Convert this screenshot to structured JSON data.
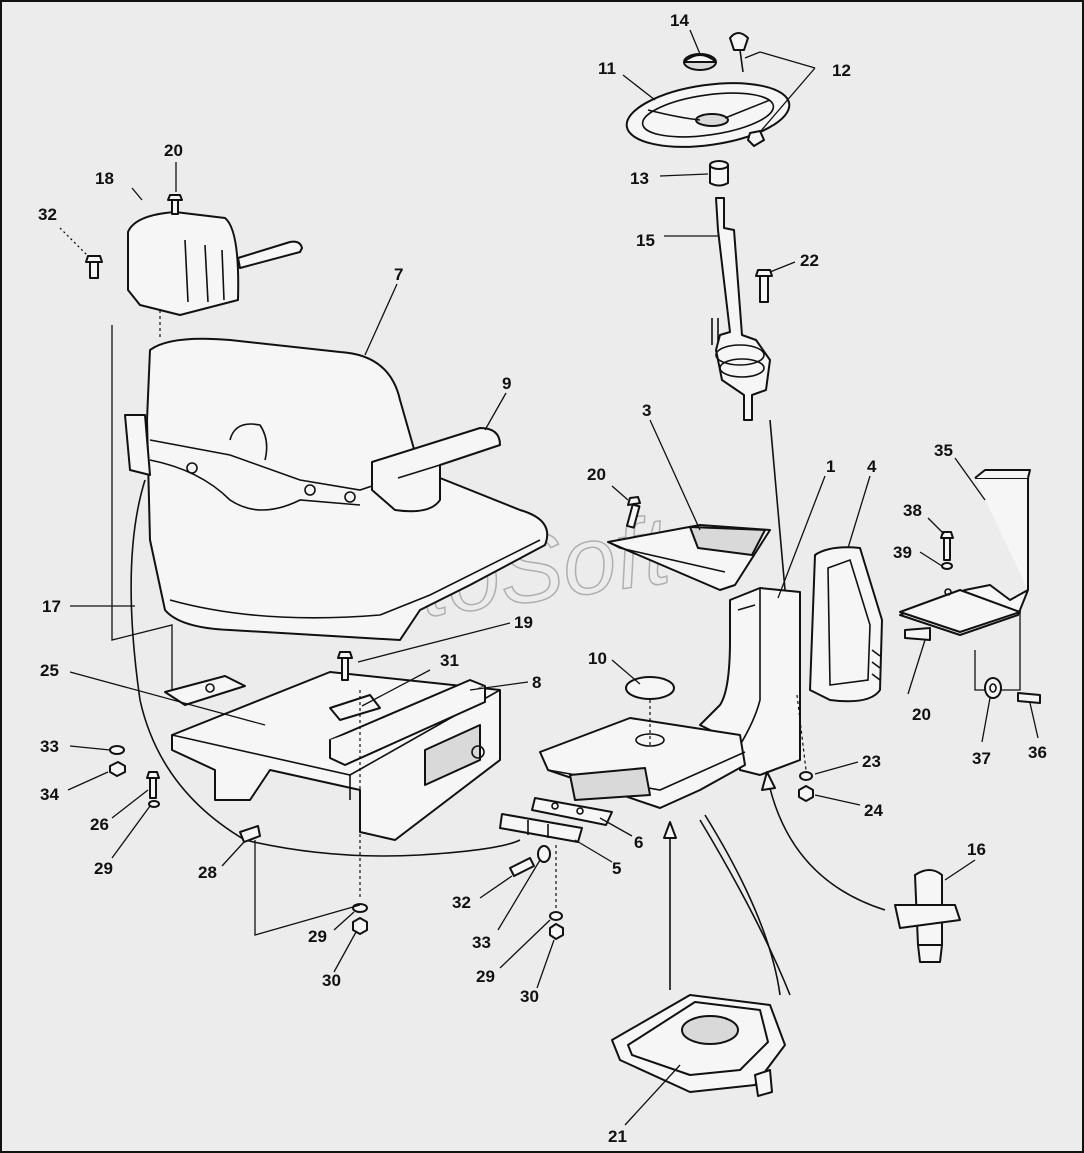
{
  "diagram": {
    "watermark": "AutoSoft",
    "callouts": {
      "c14": "14",
      "c12": "12",
      "c11": "11",
      "c13": "13",
      "c15": "15",
      "c22": "22",
      "c20a": "20",
      "c18": "18",
      "c32a": "32",
      "c7": "7",
      "c9": "9",
      "c3": "3",
      "c20b": "20",
      "c1": "1",
      "c4": "4",
      "c35": "35",
      "c38": "38",
      "c39": "39",
      "c17": "17",
      "c19": "19",
      "c31": "31",
      "c8": "8",
      "c10": "10",
      "c20c": "20",
      "c25": "25",
      "c33a": "33",
      "c34": "34",
      "c26": "26",
      "c29a": "29",
      "c28": "28",
      "c23": "23",
      "c24": "24",
      "c37": "37",
      "c36": "36",
      "c6": "6",
      "c5": "5",
      "c16": "16",
      "c32b": "32",
      "c33b": "33",
      "c29b": "29",
      "c30a": "30",
      "c29c": "29",
      "c30b": "30",
      "c21": "21"
    }
  }
}
